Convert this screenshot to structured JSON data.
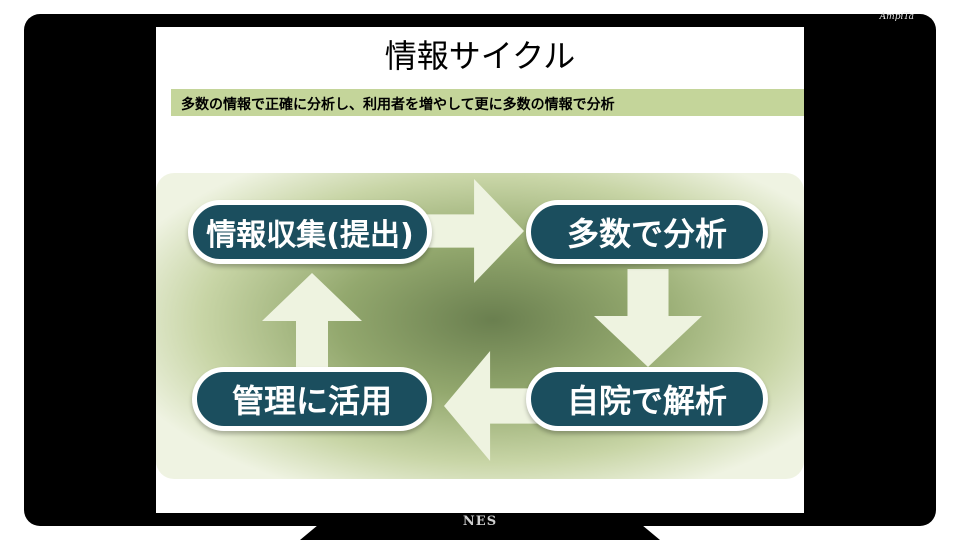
{
  "corner_logo": "AmpiTa",
  "monitor": {
    "brand": "NES"
  },
  "slide": {
    "title": "情報サイクル",
    "subtitle": "多数の情報で正確に分析し、利用者を増やして更に多数の情報で分析",
    "cycle": {
      "step1": "情報収集(提出)",
      "step2": "多数で分析",
      "step3": "自院で解析",
      "step4": "管理に活用"
    }
  },
  "colors": {
    "subtitle_bar": "#c4d59a",
    "pill_fill": "#1b4e5e",
    "arrow_fill": "#eef3e0",
    "diagram_center": "#6a7f4f"
  }
}
